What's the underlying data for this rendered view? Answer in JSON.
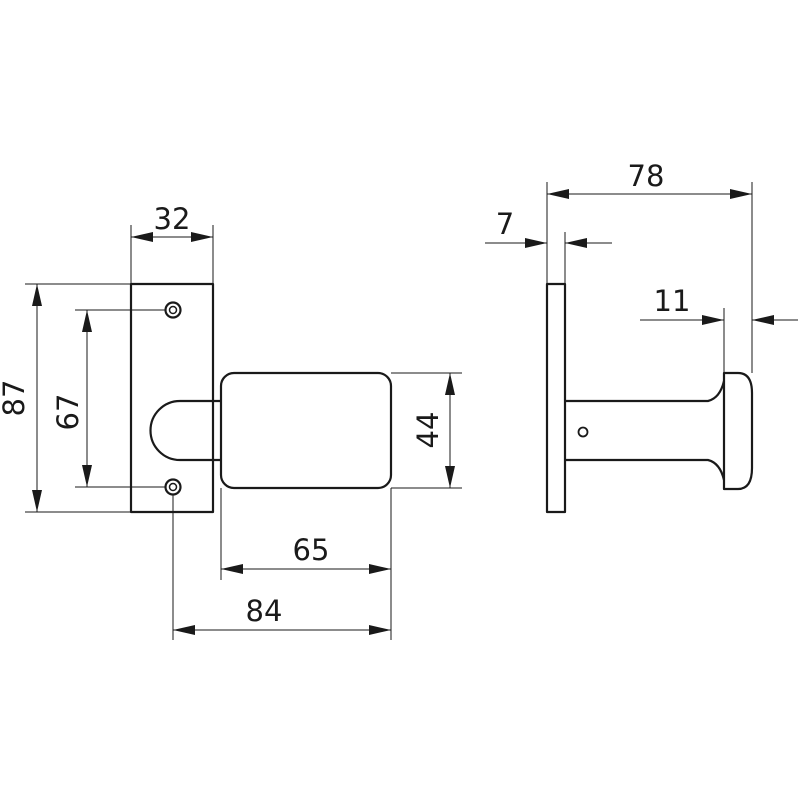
{
  "dimensions": {
    "plate_width": "32",
    "plate_height": "87",
    "hole_spacing": "67",
    "knob_height": "44",
    "knob_length": "65",
    "overall_length": "84",
    "side_total_depth": "78",
    "side_plate_thickness": "7",
    "side_knob_thickness": "11"
  },
  "colors": {
    "line": "#1a1a1a",
    "background": "#ffffff"
  }
}
